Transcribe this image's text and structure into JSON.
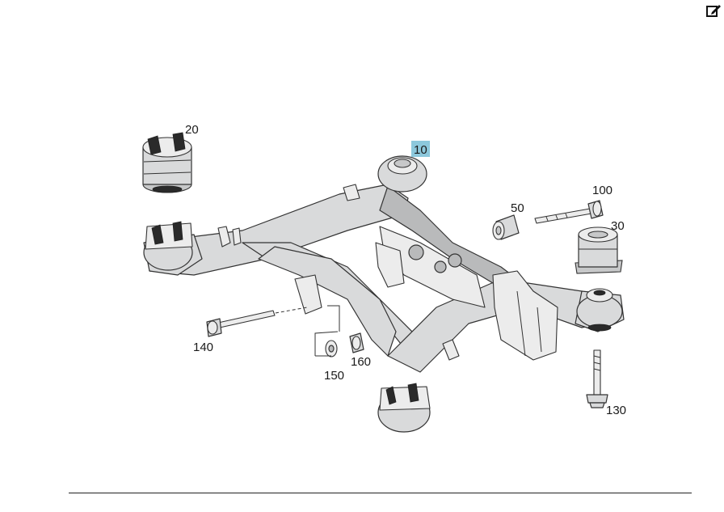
{
  "toolbar": {
    "edit_icon": "edit-icon"
  },
  "callouts": [
    {
      "id": "10",
      "label": "10",
      "highlighted": true
    },
    {
      "id": "20",
      "label": "20"
    },
    {
      "id": "30",
      "label": "30"
    },
    {
      "id": "50",
      "label": "50"
    },
    {
      "id": "100",
      "label": "100"
    },
    {
      "id": "130",
      "label": "130"
    },
    {
      "id": "140",
      "label": "140"
    },
    {
      "id": "150",
      "label": "150"
    },
    {
      "id": "160",
      "label": "160"
    }
  ],
  "colors": {
    "highlight": "#8cc8dc",
    "part_fill": "#d9dadb",
    "outline": "#333333"
  }
}
